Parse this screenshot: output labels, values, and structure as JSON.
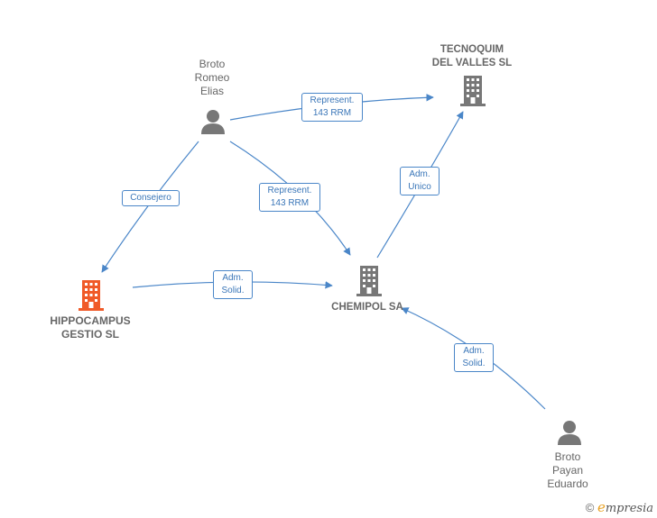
{
  "nodes": {
    "broto_romeo": {
      "lines": [
        "Broto",
        "Romeo",
        "Elias"
      ]
    },
    "tecnoquim": {
      "lines": [
        "TECNOQUIM",
        "DEL VALLES SL"
      ]
    },
    "hippocampus": {
      "lines": [
        "HIPPOCAMPUS",
        "GESTIO  SL"
      ]
    },
    "chemipol": {
      "lines": [
        "CHEMIPOL SA"
      ]
    },
    "broto_payan": {
      "lines": [
        "Broto",
        "Payan",
        "Eduardo"
      ]
    }
  },
  "edges": {
    "romeo_tecnoquim": {
      "lines": [
        "Represent.",
        "143 RRM"
      ]
    },
    "romeo_chemipol": {
      "lines": [
        "Represent.",
        "143 RRM"
      ]
    },
    "romeo_hippocampus": {
      "lines": [
        "Consejero"
      ]
    },
    "hippocampus_chemipol": {
      "lines": [
        "Adm.",
        "Solid."
      ]
    },
    "chemipol_tecnoquim": {
      "lines": [
        "Adm.",
        "Unico"
      ]
    },
    "payan_chemipol": {
      "lines": [
        "Adm.",
        "Solid."
      ]
    }
  },
  "colors": {
    "edge": "#4a86c8",
    "company": "#777777",
    "focus_company": "#f05a28",
    "person": "#777777"
  },
  "icons": {
    "person": "person-icon",
    "company": "building-icon"
  },
  "footer": {
    "copyright": "©",
    "brand_initial": "e",
    "brand_rest": "mpresia"
  }
}
